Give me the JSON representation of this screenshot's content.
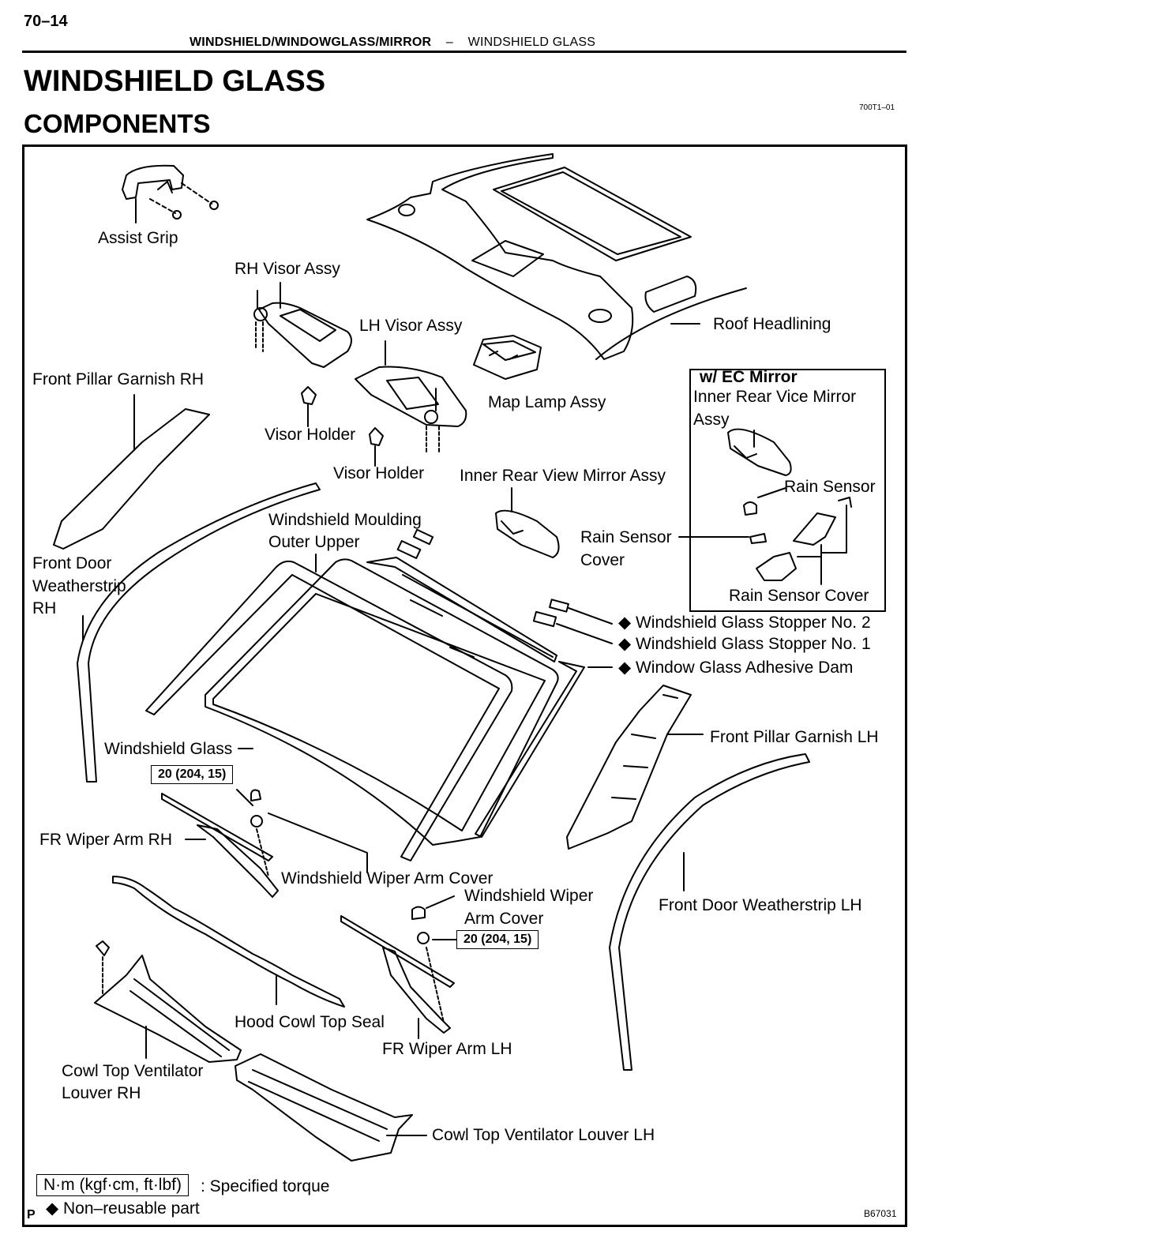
{
  "page": {
    "number": "70–14",
    "section": "WINDSHIELD/WINDOWGLASS/MIRROR",
    "section_sep": "–",
    "subsection": "WINDSHIELD GLASS",
    "title": "WINDSHIELD GLASS",
    "subtitle": "COMPONENTS",
    "ref_code": "700T1–01"
  },
  "labels": {
    "assist_grip": "Assist Grip",
    "rh_visor": "RH Visor Assy",
    "lh_visor": "LH Visor Assy",
    "roof_headlining": "Roof Headlining",
    "front_pillar_rh": "Front Pillar Garnish RH",
    "visor_holder_1": "Visor Holder",
    "visor_holder_2": "Visor Holder",
    "map_lamp": "Map Lamp Assy",
    "inner_mirror": "Inner Rear View Mirror Assy",
    "moulding_1": "Windshield Moulding",
    "moulding_2": "Outer Upper",
    "door_ws_rh_1": "Front Door",
    "door_ws_rh_2": "Weatherstrip",
    "door_ws_rh_3": "RH",
    "rain_cover_1": "Rain Sensor",
    "rain_cover_2": "Cover",
    "stopper_2": "◆ Windshield Glass Stopper No. 2",
    "stopper_1": "◆ Windshield Glass Stopper No. 1",
    "adhesive_dam": "◆ Window Glass Adhesive Dam",
    "front_pillar_lh": "Front Pillar Garnish LH",
    "windshield_glass": "Windshield Glass",
    "wiper_rh": "FR Wiper Arm RH",
    "wiper_cover_1": "Windshield Wiper Arm Cover",
    "wiper_cover_2a": "Windshield Wiper",
    "wiper_cover_2b": "Arm Cover",
    "door_ws_lh": "Front Door Weatherstrip LH",
    "hood_seal": "Hood Cowl Top Seal",
    "wiper_lh": "FR Wiper Arm LH",
    "louver_rh_1": "Cowl Top Ventilator",
    "louver_rh_2": "Louver RH",
    "louver_lh": "Cowl Top Ventilator Louver LH"
  },
  "ec_mirror": {
    "title": "w/ EC Mirror",
    "mirror_1": "Inner Rear Vice Mirror",
    "mirror_2": "Assy",
    "rain_sensor": "Rain Sensor",
    "rain_sensor_cover": "Rain Sensor Cover"
  },
  "torque": {
    "rh": "20 (204, 15)",
    "lh": "20 (204, 15)"
  },
  "legend": {
    "torque_unit": "N·m (kgf·cm, ft·lbf)",
    "torque_text": ": Specified torque",
    "nonreusable": "◆ Non–reusable part"
  },
  "figure": {
    "corner_mark": "P",
    "id": "B67031"
  }
}
